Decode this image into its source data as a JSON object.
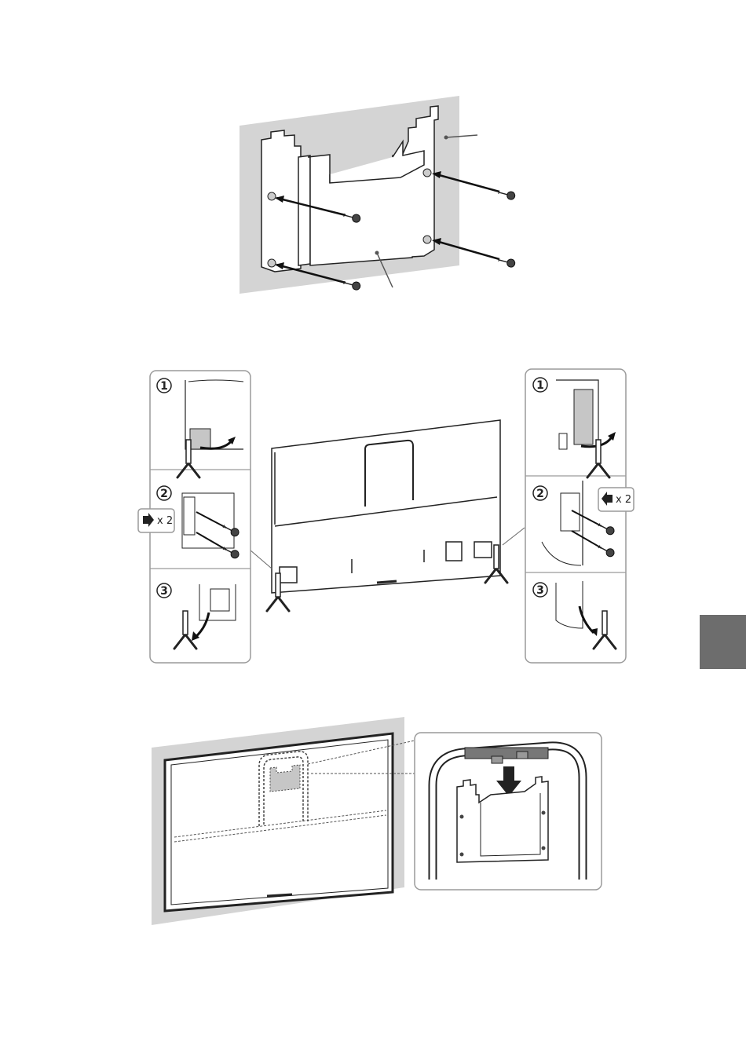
{
  "figure2": {
    "left_panel": {
      "steps": [
        "1",
        "2",
        "3"
      ],
      "callout": "x 2",
      "callout_icon": "arrow-right-icon"
    },
    "right_panel": {
      "steps": [
        "1",
        "2",
        "3"
      ],
      "callout": "x 2",
      "callout_icon": "arrow-left-icon"
    }
  },
  "colors": {
    "wall": "#d4d4d4",
    "panel_border": "#9a9a9a",
    "tab_marker": "#6d6d6d",
    "line": "#222222"
  }
}
